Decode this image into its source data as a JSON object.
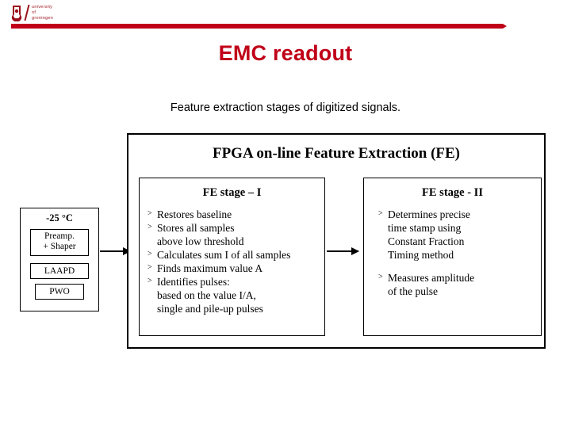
{
  "header": {
    "logo_lines": [
      "university",
      "of",
      "groningen"
    ],
    "accent_color": "#c00018"
  },
  "slide": {
    "title": "EMC readout",
    "subtitle": "Feature extraction stages of digitized signals."
  },
  "diagram": {
    "fpga_title": "FPGA on-line Feature Extraction (FE)",
    "left_block": {
      "temperature": "-25 °C",
      "items": [
        "Preamp.\n+ Shaper",
        "LAAPD",
        "PWO"
      ],
      "preamp_line1": "Preamp.",
      "preamp_line2": "+ Shaper",
      "laapd": "LAAPD",
      "pwo": "PWO"
    },
    "stage1": {
      "heading": "FE stage – I",
      "bullets": [
        {
          "text": "Restores baseline",
          "cont": ""
        },
        {
          "text": "Stores all samples",
          "cont": "above low threshold"
        },
        {
          "text": "Calculates sum I of all samples",
          "cont": ""
        },
        {
          "text": "Finds maximum value A",
          "cont": ""
        },
        {
          "text": "Identifies pulses:",
          "cont": "based on the value I/A,"
        },
        {
          "text": "",
          "cont": "single and pile-up pulses"
        }
      ]
    },
    "stage2": {
      "heading": "FE stage - II",
      "bullets": [
        {
          "text": "Determines precise",
          "cont": "time stamp using\nConstant Fraction\nTiming method"
        },
        {
          "text": "Measures amplitude",
          "cont": "of the pulse"
        }
      ],
      "b1_l1": "Determines precise",
      "b1_l2": "time stamp using",
      "b1_l3": "Constant Fraction",
      "b1_l4": "Timing method",
      "b2_l1": "Measures amplitude",
      "b2_l2": "of the pulse"
    },
    "bullet_marker": "˃"
  }
}
